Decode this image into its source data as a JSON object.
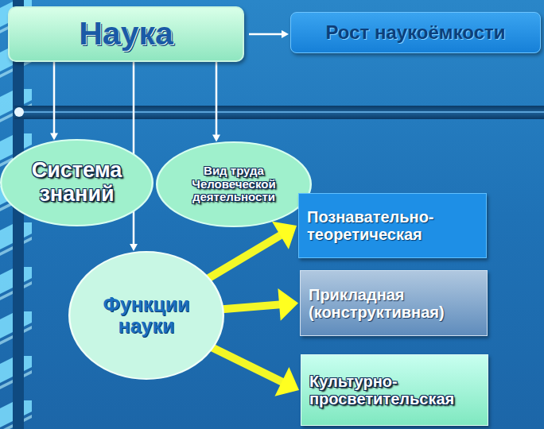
{
  "diagram": {
    "nodes": [
      {
        "text": [
          "Наука"
        ]
      },
      {
        "text": [
          "Рост наукоёмкости"
        ]
      },
      {
        "text": [
          "Система знаний"
        ]
      },
      {
        "text": [
          "Вид труда Человеческой деятельности"
        ]
      },
      {
        "text": [
          "Функции науки"
        ]
      },
      {
        "text": [
          "Познавательно- теоретическая"
        ]
      },
      {
        "text": [
          "Прикладная (конструктивная)"
        ]
      },
      {
        "text": [
          "Культурно- просветительская"
        ]
      }
    ],
    "edges": [
      {
        "from": 0,
        "to": 1,
        "arrow": "to"
      },
      {
        "from": 0,
        "to": 2,
        "arrow": "to"
      },
      {
        "from": 0,
        "to": 4,
        "arrow": "to"
      },
      {
        "from": 0,
        "to": 3,
        "arrow": "to"
      },
      {
        "from": 4,
        "to": 5,
        "arrow": "to"
      },
      {
        "from": 4,
        "to": 6,
        "arrow": "to"
      },
      {
        "from": 4,
        "to": 7,
        "arrow": "to"
      }
    ]
  }
}
